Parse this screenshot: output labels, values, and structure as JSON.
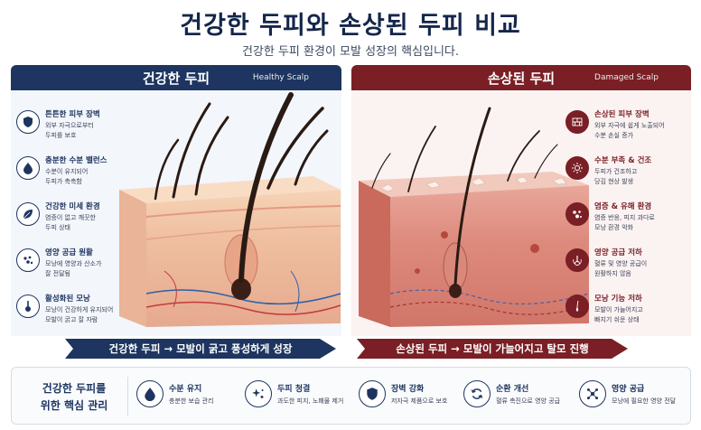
{
  "header": {
    "title": "건강한 두피와 손상된 두피 비교",
    "subtitle": "건강한 두피 환경이 모발 성장의 핵심입니다."
  },
  "healthy": {
    "title": "건강한 두피",
    "title_en": "Healthy Scalp",
    "color": "#1d3560",
    "features": [
      {
        "icon": "shield-icon",
        "title": "튼튼한 피부 장벽",
        "desc1": "외부 자극으로부터",
        "desc2": "두피를 보호"
      },
      {
        "icon": "water-drop-icon",
        "title": "충분한 수분 밸런스",
        "desc1": "수분이 유지되어",
        "desc2": "두피가 촉촉함"
      },
      {
        "icon": "leaf-icon",
        "title": "건강한 미세 환경",
        "desc1": "염증이 없고 깨끗한",
        "desc2": "두피 상태"
      },
      {
        "icon": "nutrient-dots-icon",
        "title": "영양 공급 원활",
        "desc1": "모낭에 영양과 산소가",
        "desc2": "잘 전달됨"
      },
      {
        "icon": "follicle-icon",
        "title": "활성화된 모낭",
        "desc1": "모낭이 건강하게 유지되어",
        "desc2": "모발이 굵고 잘 자람"
      }
    ],
    "banner": "건강한 두피 → 모발이 굵고 풍성하게 성장"
  },
  "damaged": {
    "title": "손상된 두피",
    "title_en": "Damaged Scalp",
    "color": "#7a1f25",
    "features": [
      {
        "icon": "brick-wall-icon",
        "title": "손상된 피부 장벽",
        "desc1": "외부 자극에 쉽게 노출되어",
        "desc2": "수분 손실 증가"
      },
      {
        "icon": "dry-sun-icon",
        "title": "수분 부족 & 건조",
        "desc1": "두피가 건조하고",
        "desc2": "당김 현상 발생"
      },
      {
        "icon": "inflammation-icon",
        "title": "염증 & 유해 환경",
        "desc1": "염증 반응, 피지 과다로",
        "desc2": "모낭 환경 악화"
      },
      {
        "icon": "weak-supply-icon",
        "title": "영양 공급 저하",
        "desc1": "혈류 및 영양 공급이",
        "desc2": "원활하지 않음"
      },
      {
        "icon": "weak-follicle-icon",
        "title": "모낭 기능 저하",
        "desc1": "모발이 가늘어지고",
        "desc2": "빠지기 쉬운 상태"
      }
    ],
    "banner": "손상된 두피 → 모발이 가늘어지고 탈모 진행"
  },
  "care": {
    "title1": "건강한 두피를",
    "title2": "위한 핵심 관리",
    "items": [
      {
        "icon": "water-drop-icon",
        "title": "수분 유지",
        "desc": "충분한 보습 관리"
      },
      {
        "icon": "sparkle-icon",
        "title": "두피 청결",
        "desc": "과도한 피지, 노폐물 제거"
      },
      {
        "icon": "shield-icon",
        "title": "장벽 강화",
        "desc": "저자극 제품으로 보호"
      },
      {
        "icon": "cycle-icon",
        "title": "순환 개선",
        "desc": "혈류 촉진으로 영양 공급"
      },
      {
        "icon": "molecule-icon",
        "title": "영양 공급",
        "desc": "모낭에 필요한 영양 전달"
      }
    ]
  }
}
